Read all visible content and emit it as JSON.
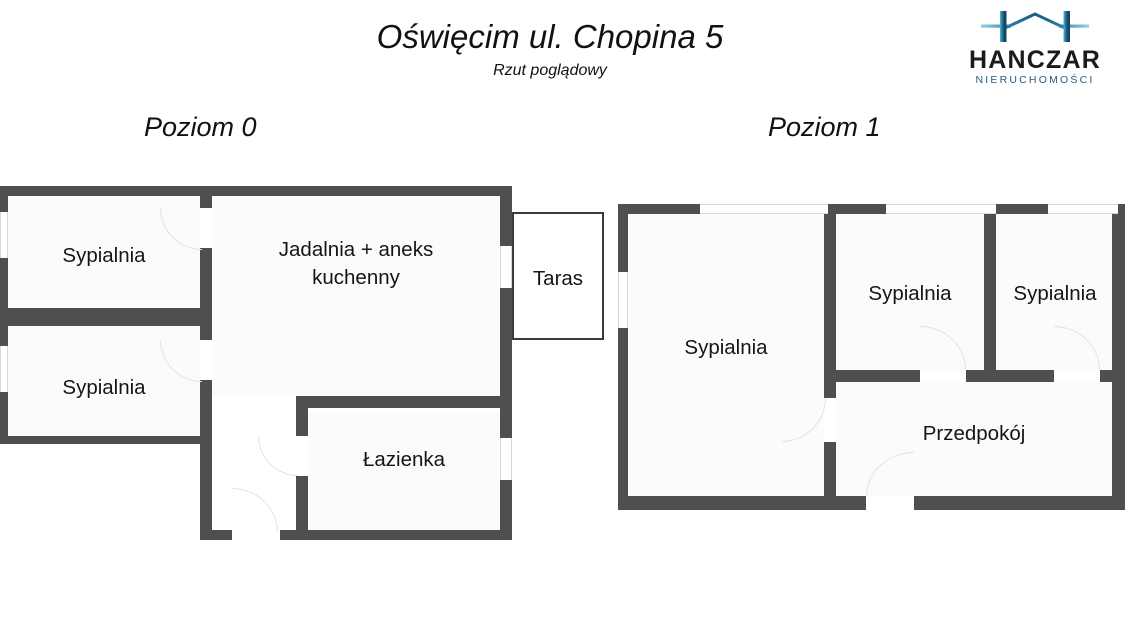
{
  "header": {
    "title": "Oświęcim ul. Chopina 5",
    "subtitle": "Rzut poglądowy"
  },
  "brand": {
    "name": "HANCZAR",
    "tagline": "NIERUCHOMOŚCI",
    "mark_icon": "roof-h-mark-icon",
    "mark_color_light": "#4db6d6",
    "mark_color_dark": "#0f3d5c",
    "tagline_color": "#2e5a7a"
  },
  "colors": {
    "wall": "#4f4f4f",
    "room_fill": "#fbfbfb",
    "text": "#151515",
    "terrace_outline": "#3a3a3a",
    "door_swing": "#e3e3e3"
  },
  "levels": [
    {
      "id": "level-0",
      "caption": "Poziom 0",
      "rooms": [
        {
          "id": "sypialnia-nw",
          "label": "Sypialnia"
        },
        {
          "id": "sypialnia-sw",
          "label": "Sypialnia"
        },
        {
          "id": "jadalnia",
          "label": "Jadalnia + aneks\nkuchenny"
        },
        {
          "id": "lazienka",
          "label": "Łazienka"
        },
        {
          "id": "taras",
          "label": "Taras"
        }
      ]
    },
    {
      "id": "level-1",
      "caption": "Poziom 1",
      "rooms": [
        {
          "id": "sypialnia-large",
          "label": "Sypialnia"
        },
        {
          "id": "sypialnia-middle",
          "label": "Sypialnia"
        },
        {
          "id": "sypialnia-right",
          "label": "Sypialnia"
        },
        {
          "id": "przedpokoj",
          "label": "Przedpokój"
        }
      ]
    }
  ]
}
